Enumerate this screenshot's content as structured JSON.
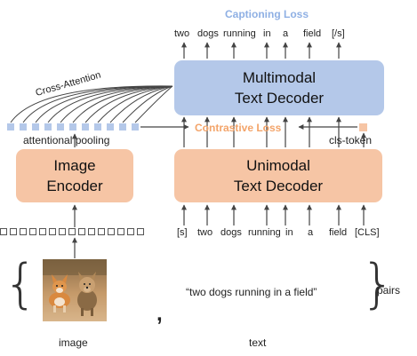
{
  "diagram": {
    "captioning_loss": "Captioning Loss",
    "caption_tokens": [
      "two",
      "dogs",
      "running",
      "in",
      "a",
      "field",
      "[/s]"
    ],
    "multimodal_decoder": [
      "Multimodal",
      "Text Decoder"
    ],
    "cross_attention": "Cross-Attention",
    "contrastive_loss": "Contrastive Loss",
    "attentional_pooling": "attentional pooling",
    "cls_token": "cls-token",
    "image_encoder": [
      "Image",
      "Encoder"
    ],
    "unimodal_decoder": [
      "Unimodal",
      "Text Decoder"
    ],
    "input_tokens": [
      "[s]",
      "two",
      "dogs",
      "running",
      "in",
      "a",
      "field",
      "[CLS]"
    ],
    "pairs_label": "pairs",
    "text_caption": "“two dogs running in a field”",
    "comma": ",",
    "image_label": "image",
    "text_label": "text"
  },
  "colors": {
    "encoder_box": "#f6c5a5",
    "multimodal_box": "#b4c8e9",
    "captioning_loss_text": "#8fb0e4",
    "contrastive_loss_text": "#f3a46a"
  }
}
